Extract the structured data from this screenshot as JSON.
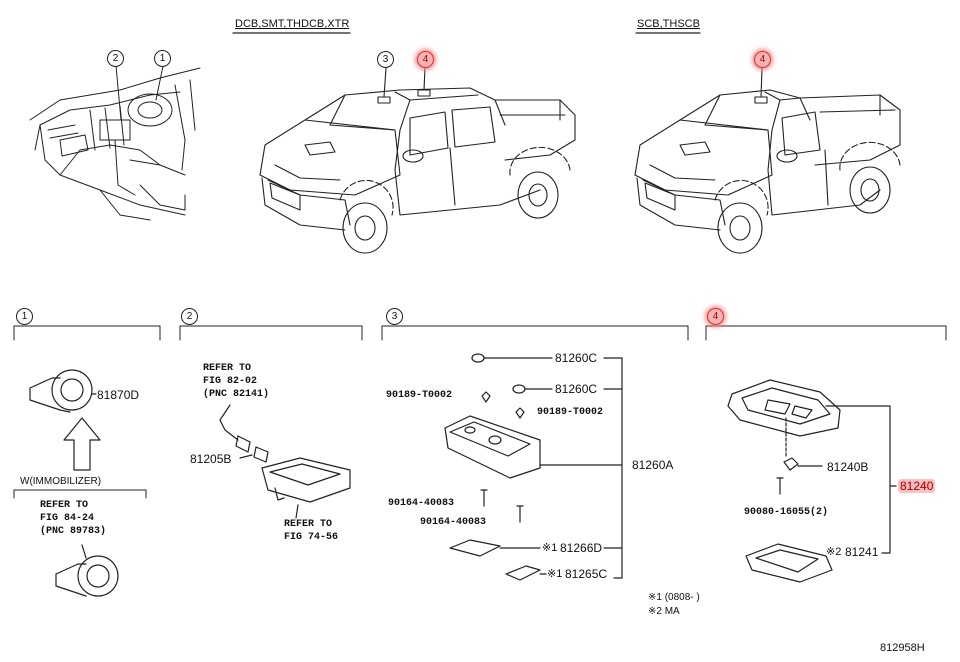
{
  "headers": {
    "double_cab": "DCB,SMT,THDCB,XTR",
    "single_cab": "SCB,THSCB"
  },
  "callouts": {
    "dash_2": "2",
    "dash_1": "1",
    "truck1_3": "3",
    "truck1_4": "4",
    "truck2_4": "4"
  },
  "sections": [
    {
      "num": "1"
    },
    {
      "num": "2"
    },
    {
      "num": "3"
    },
    {
      "num": "4"
    }
  ],
  "section1": {
    "part": "81870D",
    "note_head": "W(IMMOBILIZER)",
    "refer_lines": [
      "REFER TO",
      "FIG 84-24",
      "(PNC 89783)"
    ]
  },
  "section2": {
    "refer_top": [
      "REFER TO",
      "FIG 82-02",
      "(PNC 82141)"
    ],
    "part": "81205B",
    "refer_bottom": [
      "REFER TO",
      "FIG 74-56"
    ]
  },
  "section3": {
    "p81260c_a": "81260C",
    "p81260c_b": "81260C",
    "p90189_l": "90189-T0002",
    "p90189_r": "90189-T0002",
    "p81260a": "81260A",
    "p90164_a": "90164-40083",
    "p90164_b": "90164-40083",
    "p81266d_mark": "※1",
    "p81266d": "81266D",
    "p81265c_mark": "※1",
    "p81265c": "81265C"
  },
  "section4": {
    "p81240b": "81240B",
    "p81240": "81240",
    "p90080": "90080-16055(2)",
    "p81241_mark": "※2",
    "p81241": "81241"
  },
  "footnotes": [
    "※1 (0808-   )",
    "※2 MA"
  ],
  "figure_id": "812958H"
}
